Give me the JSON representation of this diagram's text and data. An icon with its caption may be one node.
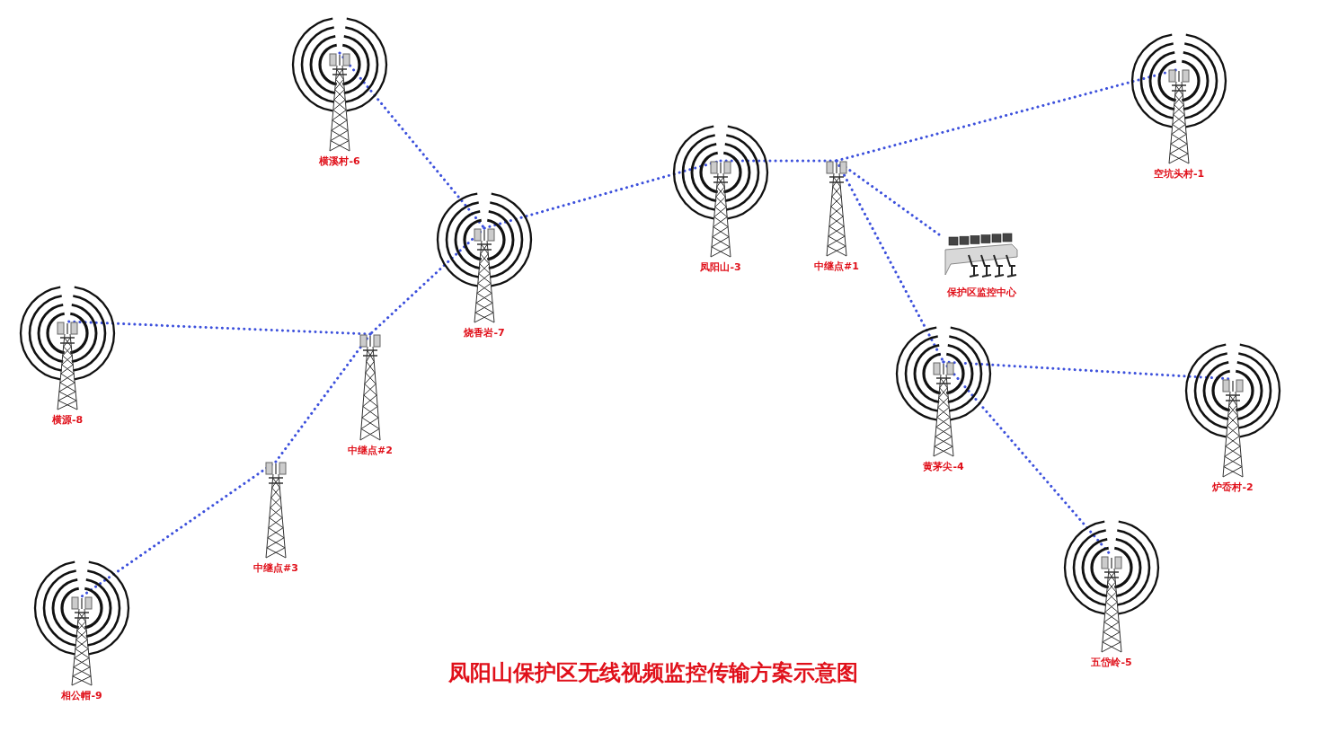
{
  "diagram": {
    "title": "凤阳山保护区无线视频监控传输方案示意图",
    "nodes": [
      {
        "text": [
          "横溪村-6"
        ]
      },
      {
        "text": [
          "空坑头村-1"
        ]
      },
      {
        "text": [
          "凤阳山-3"
        ]
      },
      {
        "text": [
          "中继点#1"
        ]
      },
      {
        "text": [
          "保护区监控中心"
        ]
      },
      {
        "text": [
          "烧香岩-7"
        ]
      },
      {
        "text": [
          "横源-8"
        ]
      },
      {
        "text": [
          "中继点#2"
        ]
      },
      {
        "text": [
          "黄茅尖-4"
        ]
      },
      {
        "text": [
          "炉岙村-2"
        ]
      },
      {
        "text": [
          "中继点#3"
        ]
      },
      {
        "text": [
          "五岱岭-5"
        ]
      },
      {
        "text": [
          "相公帽-9"
        ]
      }
    ],
    "edges": [
      {
        "from": 0,
        "to": 5,
        "arrow": "none"
      },
      {
        "from": 5,
        "to": 2,
        "arrow": "none"
      },
      {
        "from": 2,
        "to": 3,
        "arrow": "none"
      },
      {
        "from": 3,
        "to": 1,
        "arrow": "none"
      },
      {
        "from": 3,
        "to": 4,
        "arrow": "none"
      },
      {
        "from": 3,
        "to": 8,
        "arrow": "none"
      },
      {
        "from": 8,
        "to": 9,
        "arrow": "none"
      },
      {
        "from": 8,
        "to": 11,
        "arrow": "none"
      },
      {
        "from": 5,
        "to": 7,
        "arrow": "none"
      },
      {
        "from": 7,
        "to": 6,
        "arrow": "none"
      },
      {
        "from": 7,
        "to": 10,
        "arrow": "none"
      },
      {
        "from": 10,
        "to": 12,
        "arrow": "none"
      }
    ]
  }
}
